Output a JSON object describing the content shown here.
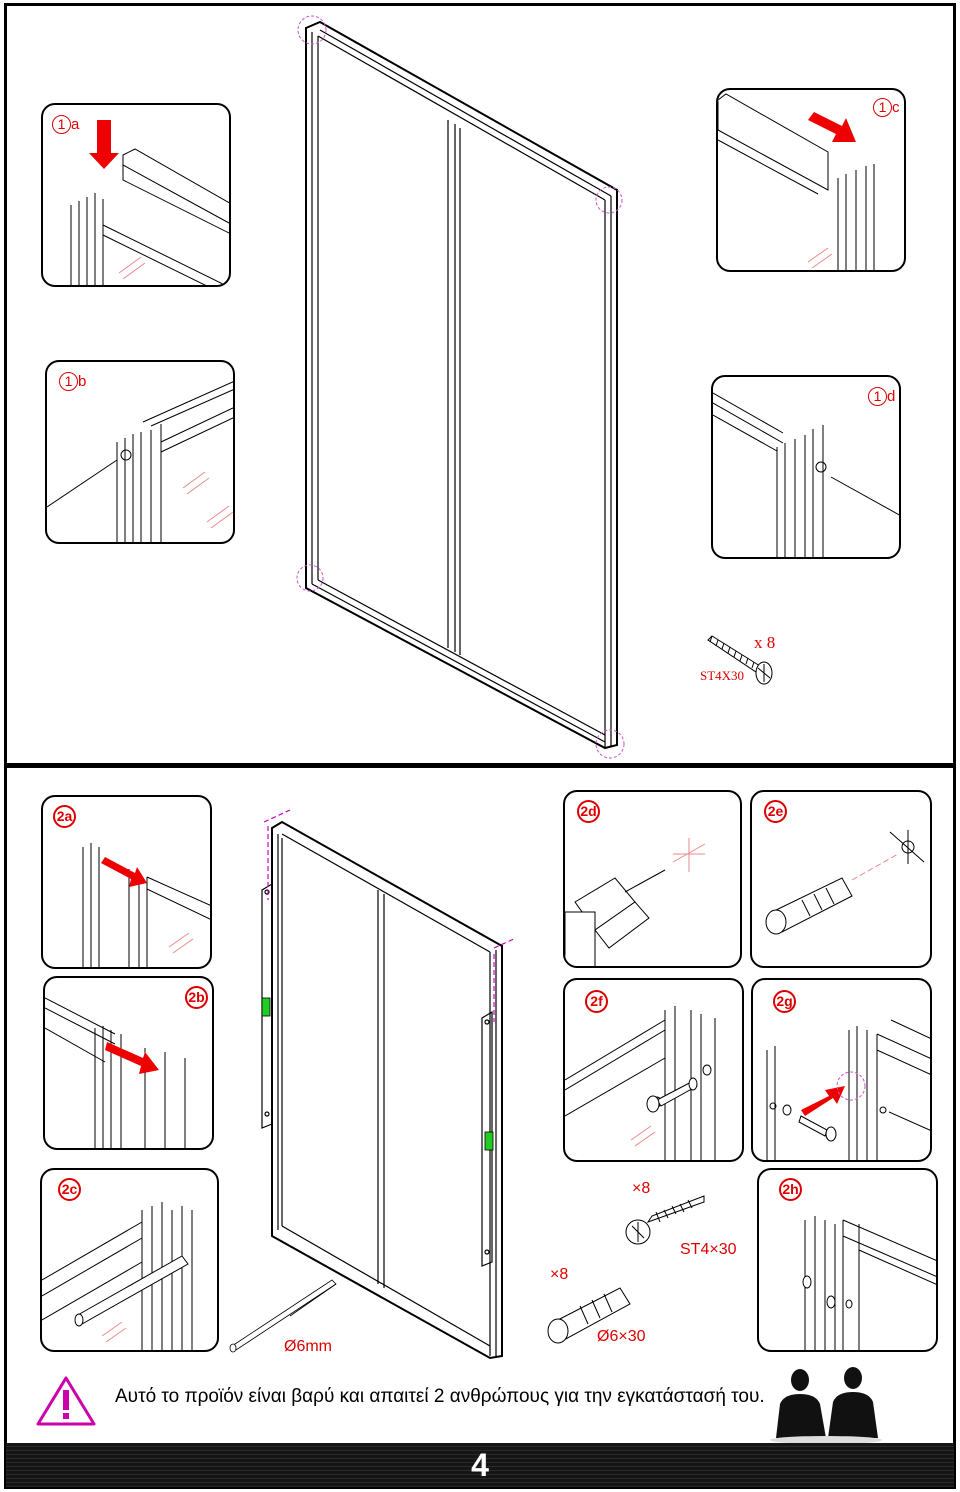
{
  "step1": {
    "labels": {
      "a": "a",
      "b": "b",
      "c": "c",
      "d": "d",
      "prefix": "1"
    },
    "screw": {
      "count": "x 8",
      "code": "ST4X30"
    }
  },
  "step2": {
    "labels": {
      "a": "a",
      "b": "b",
      "c": "c",
      "d": "d",
      "e": "e",
      "f": "f",
      "g": "g",
      "h": "h",
      "prefix": "2"
    },
    "drill": {
      "size": "Ø6mm"
    },
    "screw": {
      "count": "×8",
      "code": "ST4×30"
    },
    "plug": {
      "count": "×8",
      "code": "Ø6×30"
    }
  },
  "warning": {
    "text": "Αυτό το προϊόν είναι βαρύ και απαιτεί 2 ανθρώπους για την εγκατάστασή του.",
    "icon": "warning-triangle-icon"
  },
  "page": {
    "number": "4"
  },
  "colors": {
    "accent": "#dd0000",
    "guide": "#cc00cc",
    "level": "#22cc22"
  }
}
